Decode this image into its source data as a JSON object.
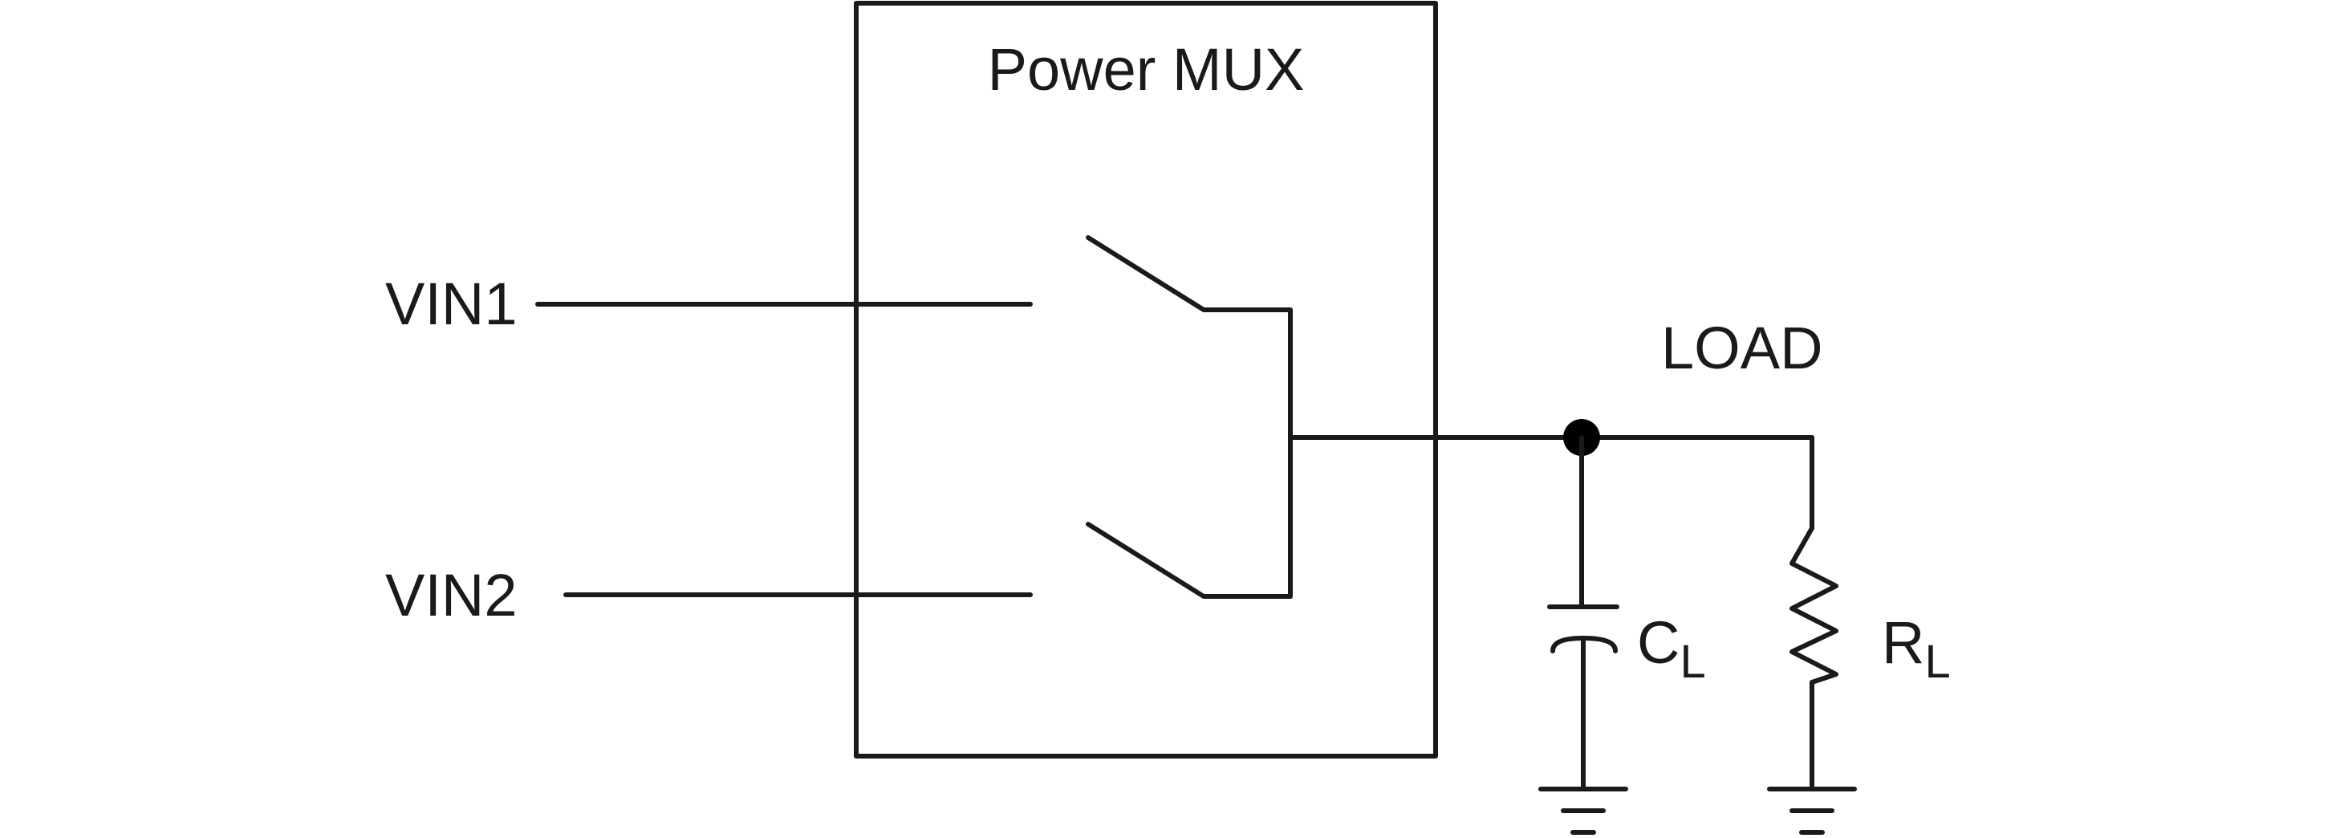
{
  "block": {
    "title": "Power MUX"
  },
  "inputs": {
    "vin1": "VIN1",
    "vin2": "VIN2"
  },
  "output": {
    "node_label": "LOAD"
  },
  "load_capacitor": {
    "symbol": "C",
    "subscript": "L"
  },
  "load_resistor": {
    "symbol": "R",
    "subscript": "L"
  }
}
